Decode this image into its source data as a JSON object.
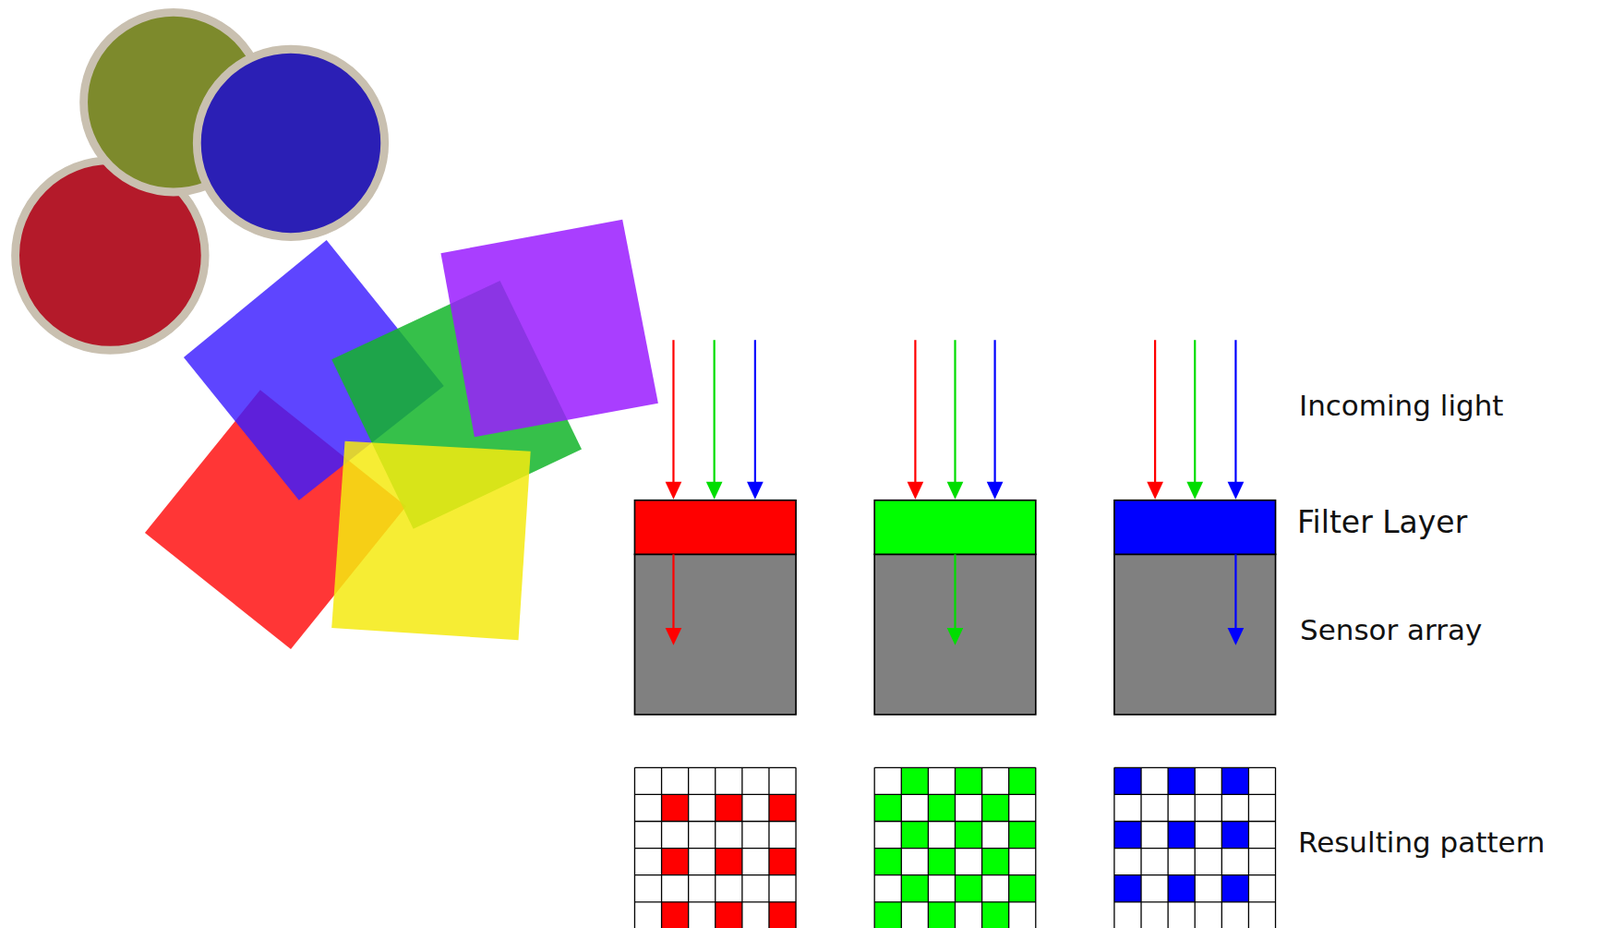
{
  "diagram": {
    "labels": [
      "Incoming light",
      "Filter Layer",
      "Sensor array",
      "Resulting pattern"
    ]
  }
}
